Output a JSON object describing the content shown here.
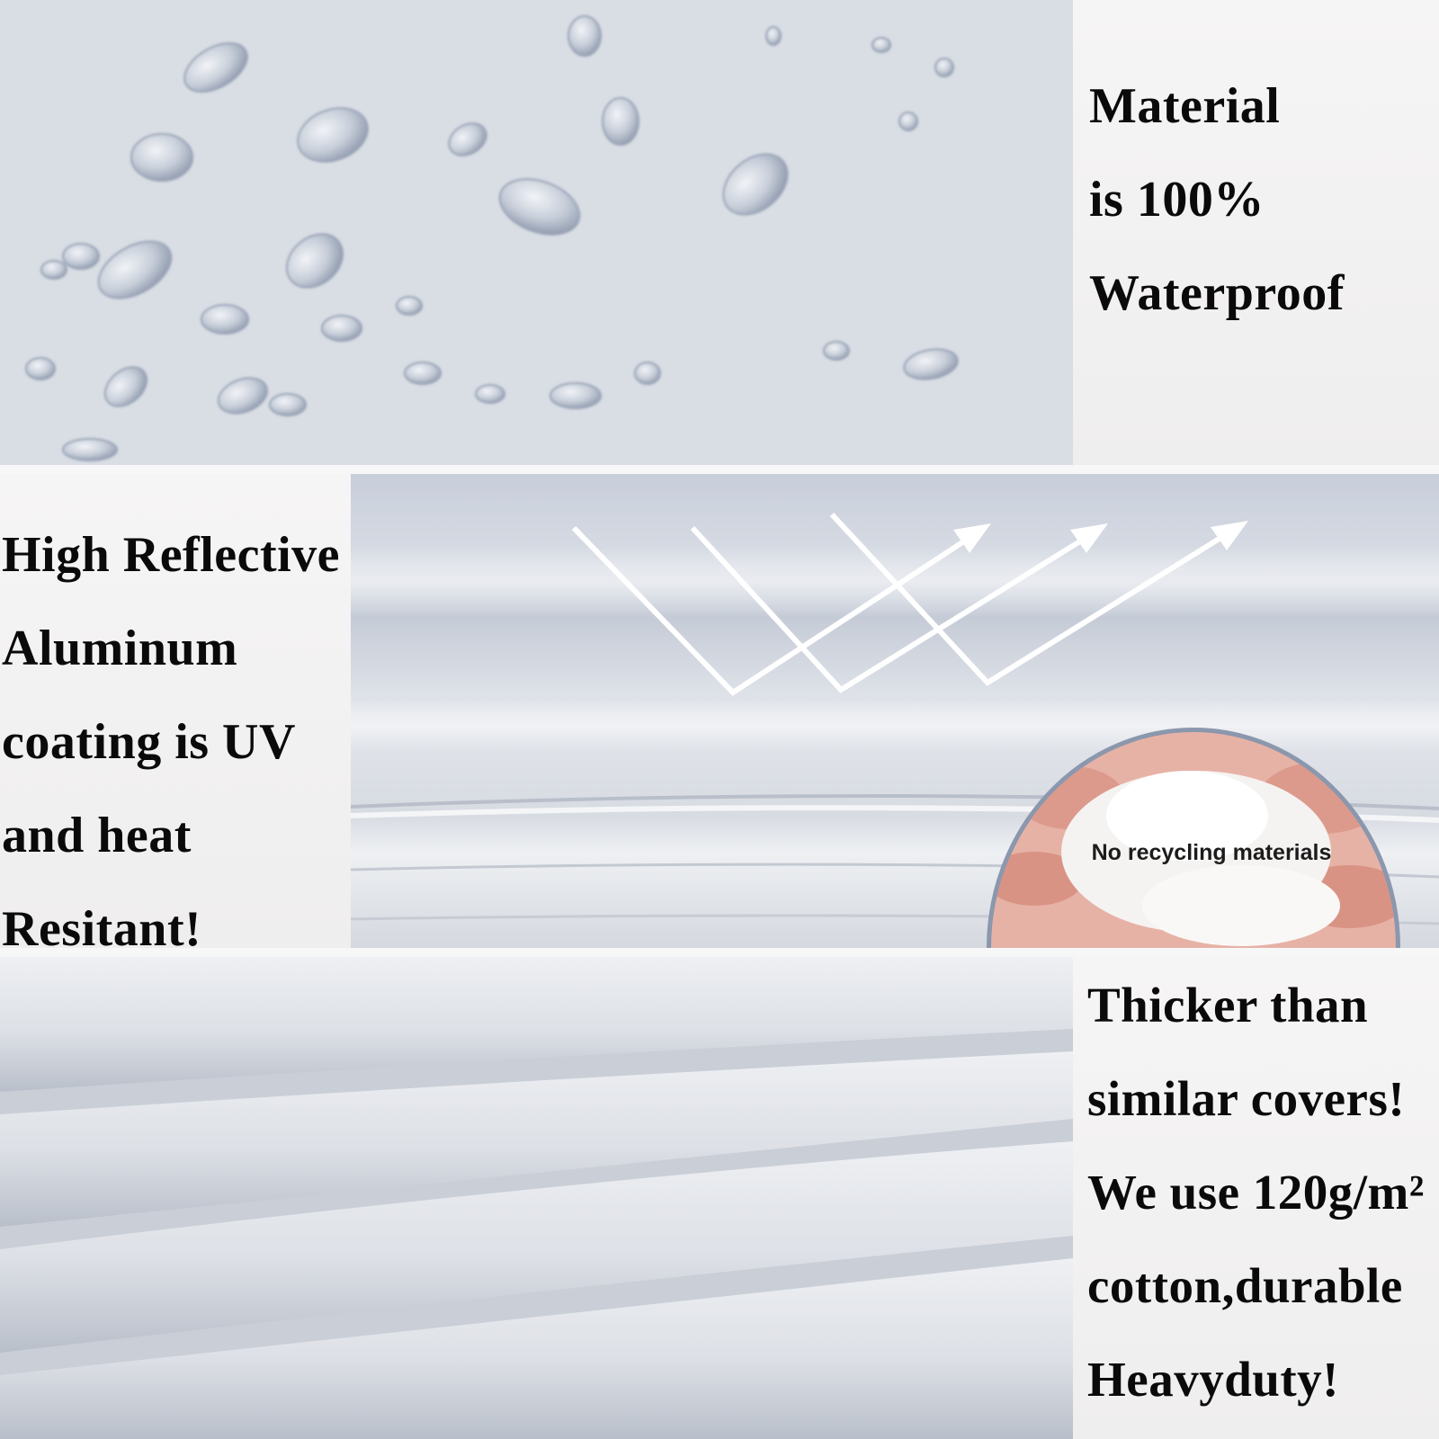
{
  "panels": {
    "waterproof": {
      "lines": [
        "Material",
        "is 100%",
        "Waterproof"
      ]
    },
    "reflective": {
      "lines": [
        "High Reflective",
        "Aluminum",
        "coating is UV",
        "and heat",
        "Resitant!"
      ],
      "badge_label": "No recycling materials"
    },
    "thicker": {
      "lines": [
        "Thicker than",
        "similar covers!",
        "We use 120g/m²",
        "cotton,durable",
        "Heavyduty!"
      ]
    }
  },
  "colors": {
    "text": "#0a0a0a",
    "fabric": "#d7dbe1",
    "badge_ring": "#8b97ad",
    "badge_fill": "#e3a69a",
    "arrows": "#ffffff"
  },
  "icons": [
    "water-drop-icon",
    "reflect-arrow-icon"
  ]
}
